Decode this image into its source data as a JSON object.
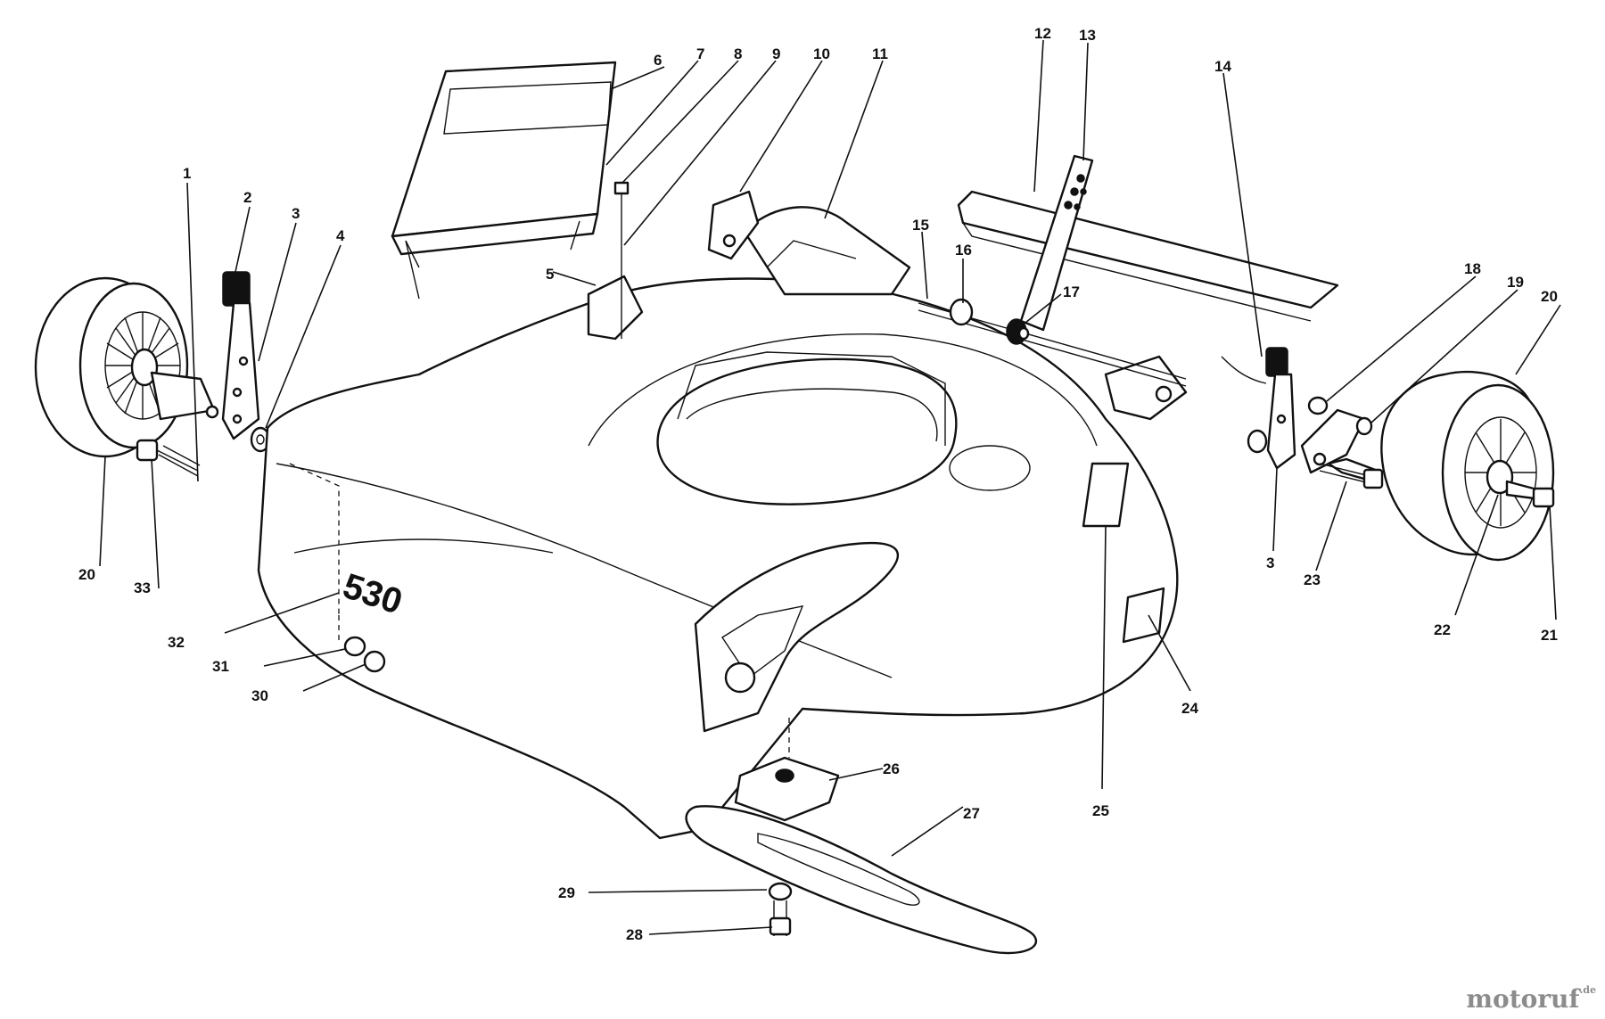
{
  "diagram": {
    "deck_marking": "530",
    "callouts": [
      "1",
      "2",
      "3",
      "4",
      "5",
      "6",
      "7",
      "8",
      "9",
      "10",
      "11",
      "12",
      "13",
      "14",
      "15",
      "16",
      "17",
      "18",
      "19",
      "20",
      "21",
      "22",
      "23",
      "24",
      "25",
      "26",
      "27",
      "28",
      "29",
      "30",
      "31",
      "32",
      "33",
      "3",
      "20"
    ]
  },
  "watermark": {
    "text": "motoruf",
    "suffix": ".de"
  }
}
